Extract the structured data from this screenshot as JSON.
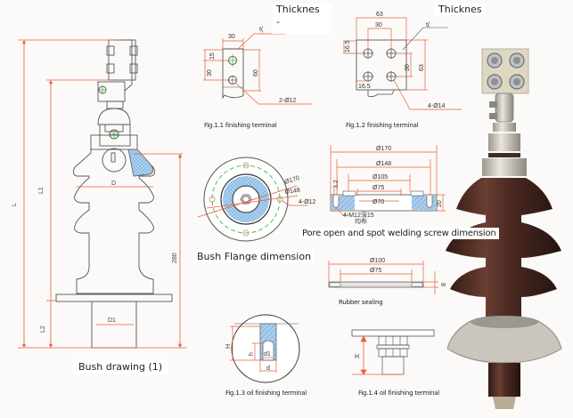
{
  "page": {
    "description": "Transformer bushing technical drawing sheet with dimension diagrams and product photo",
    "colors": {
      "dimension_line": "#e8603a",
      "outline": "#555555",
      "hatch_blue": "#7fb3e0",
      "centerline_green": "#49c24a",
      "porcelain_brown": "#4a2a22",
      "metal_gray": "#c9c5bd"
    }
  },
  "bush_drawing": {
    "caption": "Bush drawing (1)",
    "dims": {
      "L": "L",
      "L1": "L1",
      "L2": "L2",
      "D": "D",
      "D1": "D1",
      "height": "280"
    }
  },
  "fig_1_1": {
    "caption": "Fig.1.1 finishing terminal",
    "thickness_label": "Thicknes",
    "thickness_suffix": "-",
    "t_label": "t(",
    "dims": {
      "width": "30",
      "top_offset": "15",
      "hole_spacing": "30",
      "height": "60",
      "holes": "2-Ø12"
    }
  },
  "fig_1_2": {
    "caption": "Fig.1.2  finishing terminal",
    "thickness_label": "Thicknes",
    "t_label": "t(",
    "dims": {
      "width": "63",
      "hole_spacing_x": "30",
      "top_offset": "16.5",
      "hole_spacing_y": "30",
      "height": "63",
      "side_offset": "16.5",
      "holes": "4-Ø14"
    }
  },
  "flange": {
    "caption": "Bush Flange dimension",
    "dims": {
      "outer": "Ø170",
      "bolt_circle": "Ø148",
      "holes": "4-Ø12"
    }
  },
  "pore_open": {
    "caption": "Pore open and spot welding screw dimension",
    "dims": {
      "d1": "Ø170",
      "d2": "Ø148",
      "d3": "Ø105",
      "d4": "Ø75",
      "d5": "Ø70",
      "depth": "3.2",
      "thickness": "20",
      "screws": "4-M12深15",
      "screws_note": "均布"
    }
  },
  "rubber_sealing": {
    "caption": "Rubber sealing",
    "dims": {
      "outer": "Ø100",
      "inner": "Ø75",
      "thickness": "8"
    }
  },
  "fig_1_3": {
    "caption": "Fig.1.3  oil finishing terminal",
    "dims": {
      "H": "H",
      "h": "h",
      "d1": "d1",
      "d": "d"
    }
  },
  "fig_1_4": {
    "caption": "Fig.1.4  oil finishing terminal",
    "dims": {
      "H": "H"
    }
  },
  "photo": {
    "subject": "porcelain transformer bushing with 4-hole terminal pad"
  }
}
